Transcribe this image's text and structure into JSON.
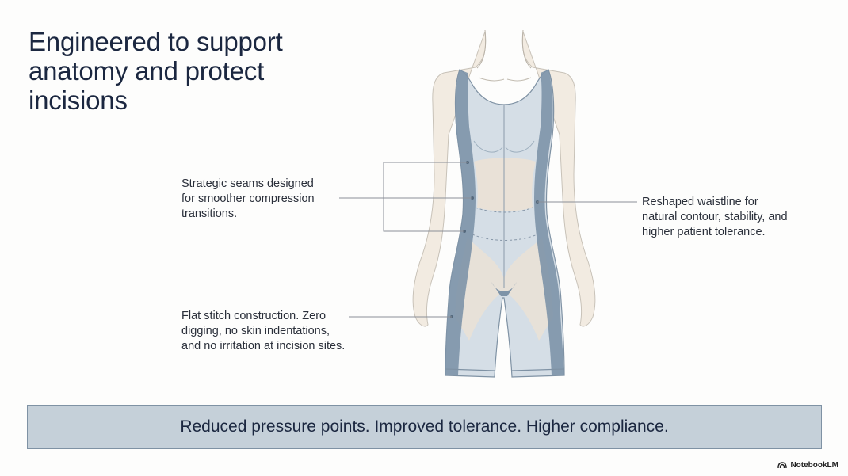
{
  "title": {
    "lines": [
      "Engineered to support",
      "anatomy and protect",
      "incisions"
    ]
  },
  "callouts": {
    "seams": {
      "lines": [
        "Strategic seams designed",
        "for smoother compression",
        "transitions."
      ]
    },
    "waistline": {
      "lines": [
        "Reshaped waistline for",
        "natural contour, stability, and",
        "higher patient tolerance."
      ]
    },
    "stitch": {
      "lines": [
        "Flat stitch construction. Zero",
        "digging, no skin indentations,",
        "and no irritation at incision sites."
      ]
    }
  },
  "banner": {
    "text": "Reduced pressure points. Improved tolerance. Higher compliance."
  },
  "brand": {
    "label": "NotebookLM",
    "icon": "notebooklm-logo-icon"
  },
  "colors": {
    "title": "#1b2740",
    "banner_bg": "#c5d0d9",
    "garment_dark": "#7d93a8",
    "garment_light": "#d3dce4",
    "skin": "#ede3d6"
  }
}
